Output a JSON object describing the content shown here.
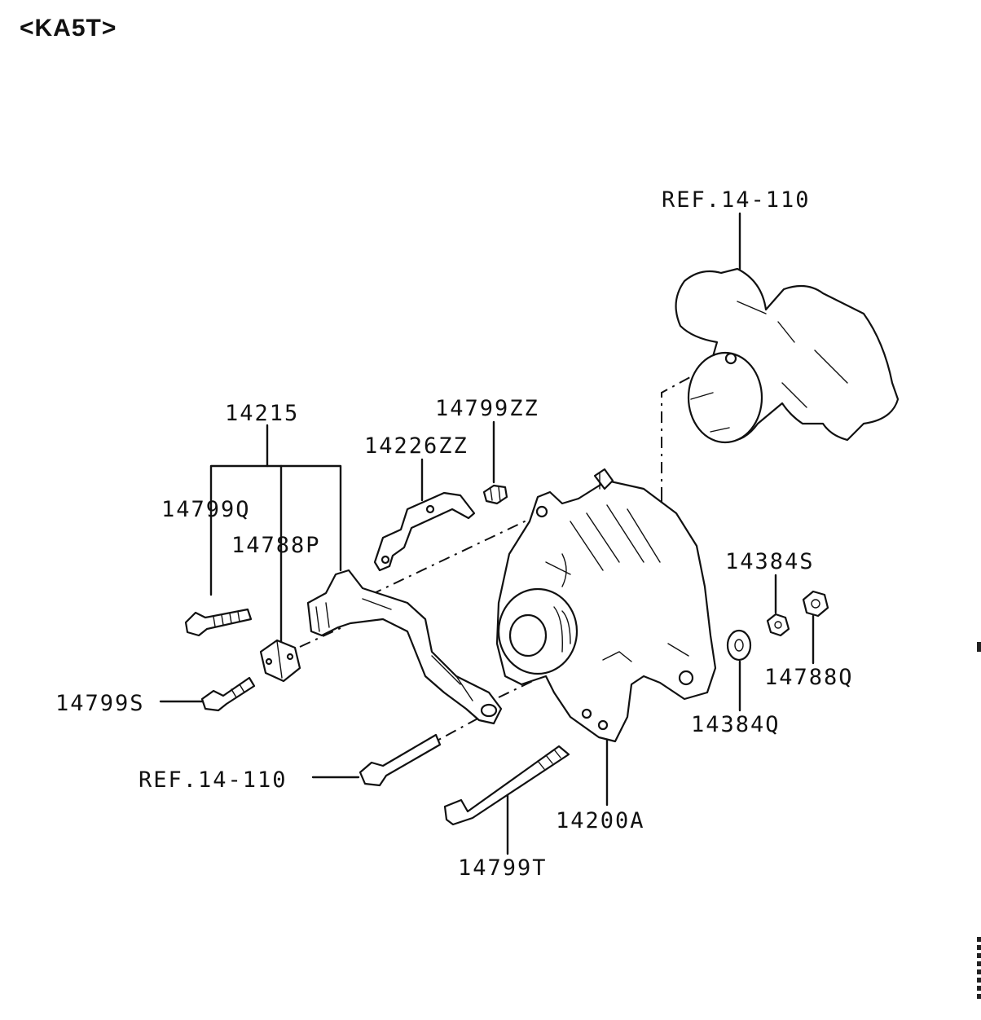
{
  "header": {
    "title": "<KA5T>"
  },
  "diagram": {
    "labels": {
      "ref_top": "REF.14-110",
      "ref_left": "REF.14-110",
      "p14215": "14215",
      "p14799ZZ": "14799ZZ",
      "p14226ZZ": "14226ZZ",
      "p14799Q": "14799Q",
      "p14788P": "14788P",
      "p14384S": "14384S",
      "p14788Q": "14788Q",
      "p14384Q": "14384Q",
      "p14799S": "14799S",
      "p14200A": "14200A",
      "p14799T": "14799T"
    }
  }
}
